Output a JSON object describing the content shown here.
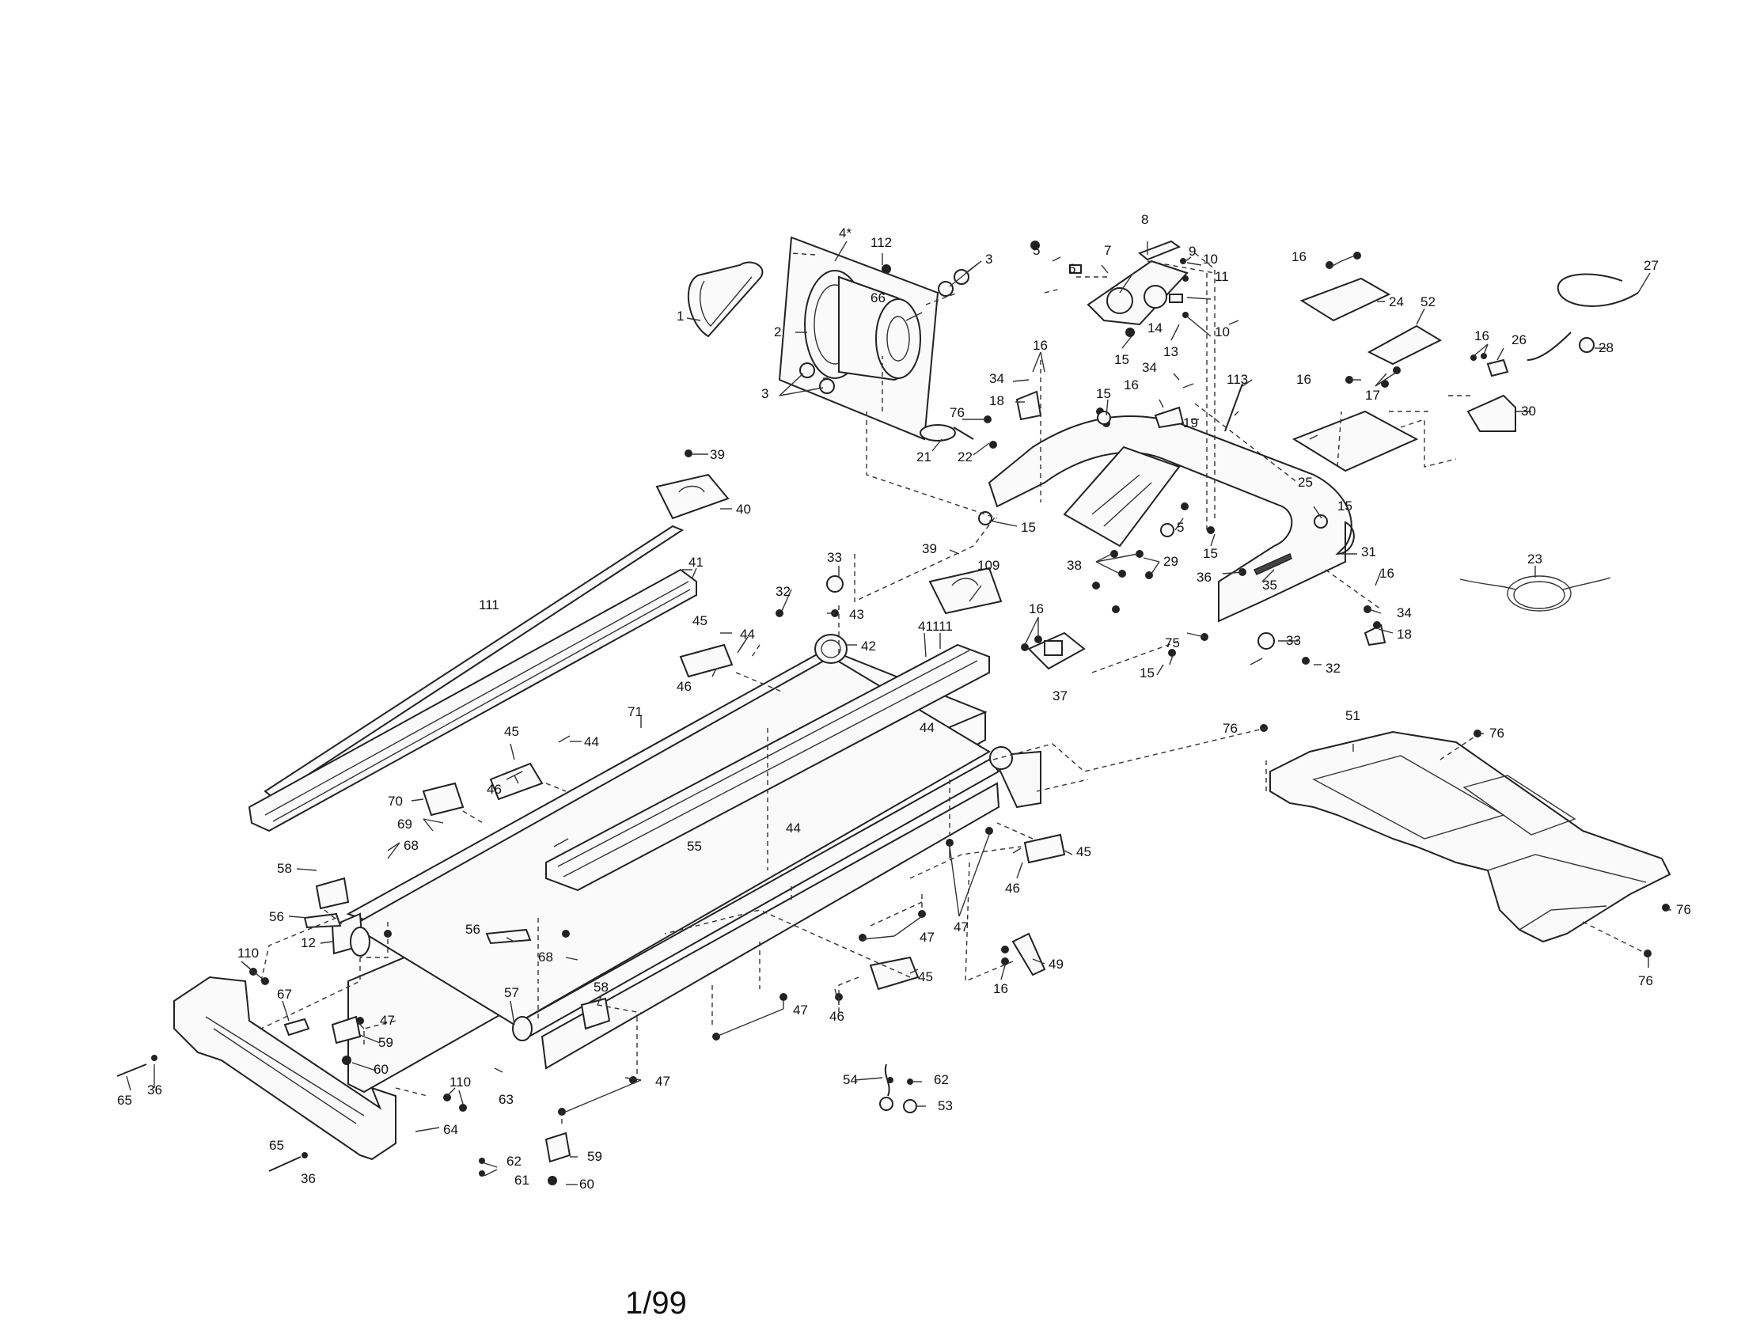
{
  "footer": {
    "page": "1/99"
  },
  "labels": {
    "l1": "1",
    "l2": "2",
    "l3a": "3",
    "l3b": "3",
    "l4": "4*",
    "l5a": "5",
    "l5b": "5",
    "l6": "6",
    "l7": "7",
    "l8": "8",
    "l9": "9",
    "l10a": "10",
    "l10b": "10",
    "l11": "11",
    "l12": "12",
    "l13": "13",
    "l14": "14",
    "l15a": "15",
    "l15b": "15",
    "l15c": "15",
    "l15d": "15",
    "l15e": "15",
    "l15f": "15",
    "l16a": "16",
    "l16b": "16",
    "l16c": "16",
    "l16d": "16",
    "l16e": "16",
    "l16f": "16",
    "l16g": "16",
    "l16h": "16",
    "l17": "17",
    "l18a": "18",
    "l18b": "18",
    "l19": "19",
    "l21": "21",
    "l22": "22",
    "l23": "23",
    "l24": "24",
    "l25": "25",
    "l26": "26",
    "l27": "27",
    "l28": "28",
    "l29": "29",
    "l30": "30",
    "l31": "31",
    "l32a": "32",
    "l32b": "32",
    "l33a": "33",
    "l33b": "33",
    "l34a": "34",
    "l34b": "34",
    "l34c": "34",
    "l35": "35",
    "l36a": "36",
    "l36b": "36",
    "l36c": "36",
    "l37": "37",
    "l38": "38",
    "l39a": "39",
    "l39b": "39",
    "l40": "40",
    "l41a": "41",
    "l41b": "41",
    "l42": "42",
    "l43": "43",
    "l44a": "44",
    "l44b": "44",
    "l44c": "44",
    "l44d": "44",
    "l45a": "45",
    "l45b": "45",
    "l45c": "45",
    "l45d": "45",
    "l46a": "46",
    "l46b": "46",
    "l46c": "46",
    "l46d": "46",
    "l47a": "47",
    "l47b": "47",
    "l47c": "47",
    "l47d": "47",
    "l47e": "47",
    "l49": "49",
    "l51": "51",
    "l52": "52",
    "l53": "53",
    "l54": "54",
    "l55": "55",
    "l56a": "56",
    "l56b": "56",
    "l57": "57",
    "l58a": "58",
    "l58b": "58",
    "l59a": "59",
    "l59b": "59",
    "l60a": "60",
    "l60b": "60",
    "l61": "61",
    "l62a": "62",
    "l62b": "62",
    "l63": "63",
    "l64": "64",
    "l65a": "65",
    "l65b": "65",
    "l66": "66",
    "l67": "67",
    "l68a": "68",
    "l68b": "68",
    "l69": "69",
    "l70": "70",
    "l71": "71",
    "l75": "75",
    "l76a": "76",
    "l76b": "76",
    "l76c": "76",
    "l76d": "76",
    "l76e": "76",
    "l109": "109",
    "l110a": "110",
    "l110b": "110",
    "l111a": "111",
    "l111b": "111",
    "l112": "112",
    "l113": "113"
  }
}
